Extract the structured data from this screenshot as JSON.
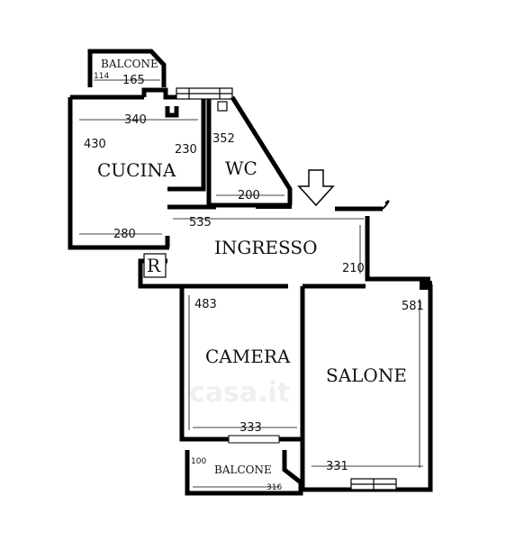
{
  "rooms": {
    "balcone_top": "BALCONE",
    "cucina": "CUCINA",
    "wc": "WC",
    "ingresso": "INGRESSO",
    "r": "R",
    "camera": "CAMERA",
    "salone": "SALONE",
    "balcone_bottom": "BALCONE"
  },
  "dimensions": {
    "balcone_top_side": "114",
    "balcone_top_width": "165",
    "cucina_width": "340",
    "cucina_left": "430",
    "cucina_right": "230",
    "cucina_bottom": "280",
    "wc_height": "352",
    "wc_width": "200",
    "ingresso_width": "535",
    "ingresso_height": "210",
    "camera_height": "483",
    "camera_width": "333",
    "salone_height": "581",
    "salone_width": "331",
    "balcone_bottom_side": "100",
    "balcone_bottom_width": "316"
  },
  "watermark": "casa.it"
}
